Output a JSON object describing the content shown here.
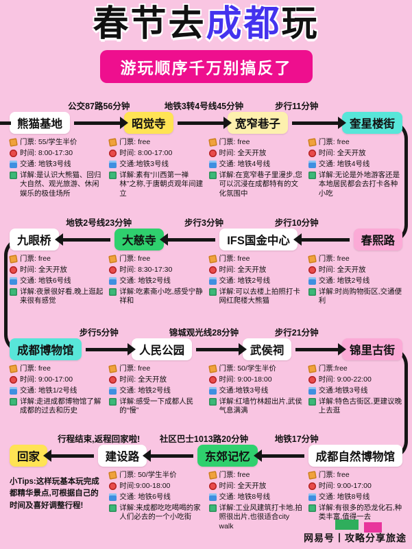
{
  "title": {
    "prefix": "春节去",
    "highlight": "成都",
    "suffix": "玩"
  },
  "subtitle": "游玩顺序千万别搞反了",
  "colors": {
    "background": "#f9c5e2",
    "subtitle_bg": "#ee0f8e",
    "title_highlight": "#4433ee",
    "arrow": "#151515",
    "pill_white": "#ffffff",
    "pill_yellow": "#ffe354",
    "pill_cream": "#fdf0ae",
    "pill_cyan": "#58e6d9",
    "pill_green": "#2fd06e",
    "pill_pink": "#fbaad6"
  },
  "rows": [
    {
      "direction": "right",
      "start_stub": true,
      "transports": [
        "公交87路56分钟",
        "地铁3转4号线45分钟",
        "步行11分钟"
      ],
      "stops": [
        {
          "name": "熊猫基地",
          "bg": "#ffffff",
          "details": [
            {
              "icon": "ticket-icon",
              "text": "门票: 55/学生半价"
            },
            {
              "icon": "clock-icon",
              "text": "时间: 8:00-17:30"
            },
            {
              "icon": "bus-icon",
              "text": "交通: 地铁3号线"
            },
            {
              "icon": "book-icon",
              "text": "详解:是认识大熊猫、回归大自然、观光旅游、休闲娱乐的极佳场所"
            }
          ]
        },
        {
          "name": "昭觉寺",
          "bg": "#ffe354",
          "details": [
            {
              "icon": "ticket-icon",
              "text": "门票: free"
            },
            {
              "icon": "clock-icon",
              "text": "时间: 8:00-17:00"
            },
            {
              "icon": "bus-icon",
              "text": "交通:地铁3号线"
            },
            {
              "icon": "book-icon",
              "text": "详解:素有“川西第一禅林”之称,于唐朝贞观年间建立"
            }
          ]
        },
        {
          "name": "宽窄巷子",
          "bg": "#fdf0ae",
          "details": [
            {
              "icon": "ticket-icon",
              "text": "门票: free"
            },
            {
              "icon": "clock-icon",
              "text": "时间: 全天开放"
            },
            {
              "icon": "bus-icon",
              "text": "交通: 地铁4号线"
            },
            {
              "icon": "book-icon",
              "text": "详解:在宽窄巷子里漫步,您可以沉浸在成都特有的文化氛围中"
            }
          ]
        },
        {
          "name": "奎星楼街",
          "bg": "#58e6d9",
          "details": [
            {
              "icon": "ticket-icon",
              "text": "门票: free"
            },
            {
              "icon": "clock-icon",
              "text": "时间: 全天开放"
            },
            {
              "icon": "bus-icon",
              "text": "交通: 地铁4号线"
            },
            {
              "icon": "book-icon",
              "text": "详解:无论是外地游客还是本地居民都会去打卡各种小吃"
            }
          ]
        }
      ]
    },
    {
      "direction": "left",
      "start_stub": false,
      "transports": [
        "地铁2号线23分钟",
        "步行3分钟",
        "步行10分钟"
      ],
      "stops": [
        {
          "name": "九眼桥",
          "bg": "#ffffff",
          "details": [
            {
              "icon": "ticket-icon",
              "text": "门票: free"
            },
            {
              "icon": "clock-icon",
              "text": "时间: 全天开放"
            },
            {
              "icon": "bus-icon",
              "text": "交通: 地铁6号线"
            },
            {
              "icon": "book-icon",
              "text": "详解:夜景很好看,晚上逛起来很有感觉"
            }
          ]
        },
        {
          "name": "大慈寺",
          "bg": "#2fd06e",
          "details": [
            {
              "icon": "ticket-icon",
              "text": "门票: free"
            },
            {
              "icon": "clock-icon",
              "text": "时间: 8:30-17:30"
            },
            {
              "icon": "bus-icon",
              "text": "交通: 地铁2号线"
            },
            {
              "icon": "book-icon",
              "text": "详解:吃素斋小吃,感受宁静祥和"
            }
          ]
        },
        {
          "name": "IFS国金中心",
          "bg": "#ffffff",
          "details": [
            {
              "icon": "ticket-icon",
              "text": "门票: free"
            },
            {
              "icon": "clock-icon",
              "text": "时间: 全天开放"
            },
            {
              "icon": "bus-icon",
              "text": "交通: 地铁2号线"
            },
            {
              "icon": "book-icon",
              "text": "详解:可以去楼上拍照打卡网红爬楼大熊猫"
            }
          ]
        },
        {
          "name": "春熙路",
          "bg": "#fbaad6",
          "details": [
            {
              "icon": "ticket-icon",
              "text": "门票: free"
            },
            {
              "icon": "clock-icon",
              "text": "时间: 全天开放"
            },
            {
              "icon": "bus-icon",
              "text": "交通: 地铁2号线"
            },
            {
              "icon": "book-icon",
              "text": "详解:时尚购物街区,交通便利"
            }
          ]
        }
      ]
    },
    {
      "direction": "right",
      "start_stub": false,
      "transports": [
        "步行5分钟",
        "锦城观光线28分钟",
        "步行21分钟"
      ],
      "stops": [
        {
          "name": "成都博物馆",
          "bg": "#58e6d9",
          "details": [
            {
              "icon": "ticket-icon",
              "text": "门票: free"
            },
            {
              "icon": "clock-icon",
              "text": "时间: 9:00-17:00"
            },
            {
              "icon": "bus-icon",
              "text": "交通: 地铁1/2号线"
            },
            {
              "icon": "book-icon",
              "text": "详解:走进成都博物馆了解成都的过去和历史"
            }
          ]
        },
        {
          "name": "人民公园",
          "bg": "#ffffff",
          "details": [
            {
              "icon": "ticket-icon",
              "text": "门票: free"
            },
            {
              "icon": "clock-icon",
              "text": "时间: 全天开放"
            },
            {
              "icon": "bus-icon",
              "text": "交通: 地铁2号线"
            },
            {
              "icon": "book-icon",
              "text": "详解:感受一下成都人民的“慢”"
            }
          ]
        },
        {
          "name": "武侯祠",
          "bg": "#ffffff",
          "details": [
            {
              "icon": "ticket-icon",
              "text": "门票: 50/学生半价"
            },
            {
              "icon": "clock-icon",
              "text": "时间: 9:00-18:00"
            },
            {
              "icon": "bus-icon",
              "text": "交通:地铁3号线"
            },
            {
              "icon": "book-icon",
              "text": "详解:红墙竹林超出片,武侯气息满满"
            }
          ]
        },
        {
          "name": "锦里古街",
          "bg": "#fbaad6",
          "details": [
            {
              "icon": "ticket-icon",
              "text": "门票:free"
            },
            {
              "icon": "clock-icon",
              "text": "时间: 9:00-22:00"
            },
            {
              "icon": "bus-icon",
              "text": "交通:地铁3号线"
            },
            {
              "icon": "book-icon",
              "text": "详解:特色古街区,更建议晚上去逛"
            }
          ]
        }
      ]
    },
    {
      "direction": "left",
      "start_stub": false,
      "transports": [
        "行程结束,返程回家啦!",
        "社区巴士1013路20分钟",
        "地铁17分钟"
      ],
      "stops": [
        {
          "name": "回家",
          "bg": "#ffe354",
          "tips": "小Tips:这样玩基本玩完成都精华景点,可根据自己的时间及喜好调整行程!"
        },
        {
          "name": "建设路",
          "bg": "#ffffff",
          "details": [
            {
              "icon": "ticket-icon",
              "text": "门票: 50/学生半价"
            },
            {
              "icon": "clock-icon",
              "text": "时间:9:00-18:00"
            },
            {
              "icon": "bus-icon",
              "text": "交通: 地铁6号线"
            },
            {
              "icon": "book-icon",
              "text": "详解:来成都吃吃喝喝的家人们必去的一个小吃街"
            }
          ]
        },
        {
          "name": "东郊记忆",
          "bg": "#2fd06e",
          "details": [
            {
              "icon": "ticket-icon",
              "text": "门票: free"
            },
            {
              "icon": "clock-icon",
              "text": "时间: 全天开放"
            },
            {
              "icon": "bus-icon",
              "text": "交通: 地铁8号线"
            },
            {
              "icon": "book-icon",
              "text": "详解:工业风建筑打卡地,拍照很出片,也很适合city walk"
            }
          ]
        },
        {
          "name": "成都自然博物馆",
          "bg": "#ffffff",
          "details": [
            {
              "icon": "ticket-icon",
              "text": "门票: free"
            },
            {
              "icon": "clock-icon",
              "text": "时间: 9:00-17:00"
            },
            {
              "icon": "bus-icon",
              "text": "交通: 地铁8号线"
            },
            {
              "icon": "book-icon",
              "text": "详解:有很多的恐龙化石,种类丰富,值得一去"
            }
          ]
        }
      ]
    }
  ],
  "watermark": "网易号丨攻略分享旅途"
}
